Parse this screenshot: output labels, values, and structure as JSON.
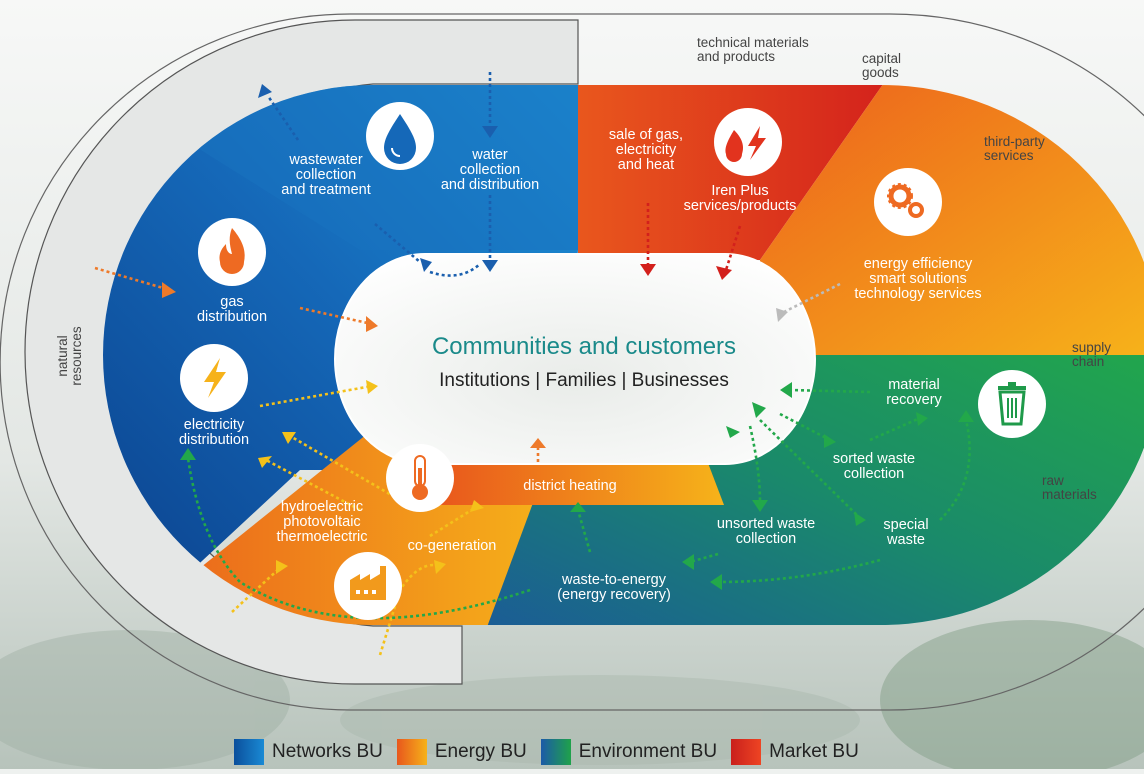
{
  "center": {
    "title": "Communities and customers",
    "subtitle": "Institutions | Families | Businesses"
  },
  "segments": {
    "wastewater": "wastewater\ncollection\nand treatment",
    "water": "water\ncollection\nand distribution",
    "gas_distribution": "gas\ndistribution",
    "electricity_distribution": "electricity\ndistribution",
    "hydroelectric": "hydroelectric\nphotovoltaic\nthermoelectric",
    "cogeneration": "co-generation",
    "district_heating": "district heating",
    "waste_to_energy": "waste-to-energy\n(energy recovery)",
    "unsorted_waste": "unsorted waste\ncollection",
    "special_waste": "special\nwaste",
    "sorted_waste": "sorted waste\ncollection",
    "material_recovery": "material\nrecovery",
    "energy_efficiency": "energy efficiency\nsmart solutions\ntechnology services",
    "sale_gas": "sale of gas,\nelectricity\nand heat",
    "iren_plus": "Iren Plus\nservices/products"
  },
  "external": {
    "natural_resources": "natural\nresources",
    "technical_materials": "technical materials\nand products",
    "capital_goods": "capital\ngoods",
    "third_party": "third-party\nservices",
    "supply_chain": "supply\nchain",
    "raw_materials": "raw\nmaterials"
  },
  "legend": [
    {
      "label": "Networks BU",
      "colors": [
        "#0b4f9c",
        "#1a8ad4"
      ]
    },
    {
      "label": "Energy BU",
      "colors": [
        "#e8571c",
        "#f6b21a"
      ]
    },
    {
      "label": "Environment BU",
      "colors": [
        "#1c5aa8",
        "#1fa24a"
      ]
    },
    {
      "label": "Market BU",
      "colors": [
        "#c9201c",
        "#ee4423"
      ]
    }
  ],
  "colors": {
    "networks": "#1577c3",
    "energy": "#f08a1c",
    "environment": "#1d9a55",
    "market": "#e5401f",
    "center_title": "#1a8a8a"
  },
  "icons": [
    "water-drop-icon",
    "gas-flame-icon",
    "lightning-icon",
    "flame-lightning-icon",
    "gears-icon",
    "thermometer-icon",
    "factory-icon",
    "trash-bin-icon"
  ]
}
